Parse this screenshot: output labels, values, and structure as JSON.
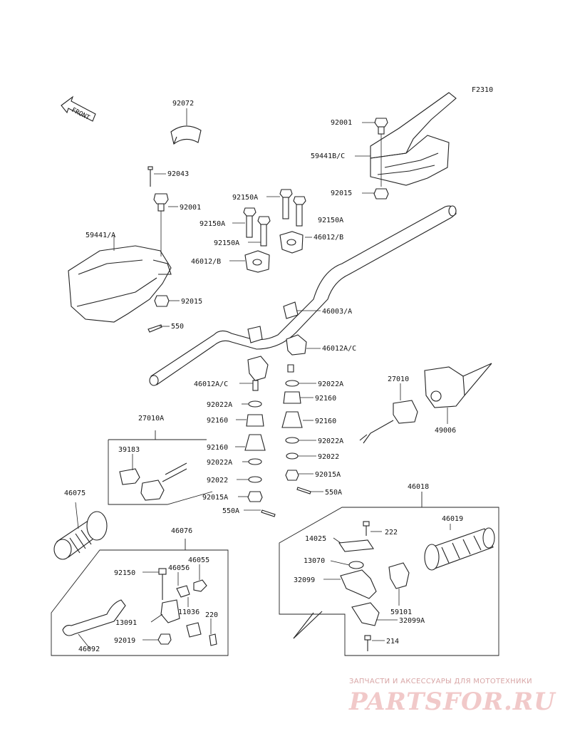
{
  "figure_code": "F2310",
  "front_arrow_text": "FRONT",
  "labels": [
    {
      "id": "l-92072",
      "text": "92072"
    },
    {
      "id": "l-92001a",
      "text": "92001"
    },
    {
      "id": "l-59441bc",
      "text": "59441B/C"
    },
    {
      "id": "l-92015a",
      "text": "92015"
    },
    {
      "id": "l-92043",
      "text": "92043"
    },
    {
      "id": "l-92001b",
      "text": "92001"
    },
    {
      "id": "l-92150a1",
      "text": "92150A"
    },
    {
      "id": "l-92150a2",
      "text": "92150A"
    },
    {
      "id": "l-92150a3",
      "text": "92150A"
    },
    {
      "id": "l-92150a4",
      "text": "92150A"
    },
    {
      "id": "l-46012b1",
      "text": "46012/B"
    },
    {
      "id": "l-46012b2",
      "text": "46012/B"
    },
    {
      "id": "l-59441a",
      "text": "59441/A"
    },
    {
      "id": "l-92015b",
      "text": "92015"
    },
    {
      "id": "l-550a",
      "text": "550"
    },
    {
      "id": "l-46003a",
      "text": "46003/A"
    },
    {
      "id": "l-46012ac1",
      "text": "46012A/C"
    },
    {
      "id": "l-46012ac2",
      "text": "46012A/C"
    },
    {
      "id": "l-92022a1",
      "text": "92022A"
    },
    {
      "id": "l-92160a",
      "text": "92160"
    },
    {
      "id": "l-27010",
      "text": "27010"
    },
    {
      "id": "l-92022a2",
      "text": "92022A"
    },
    {
      "id": "l-92160b",
      "text": "92160"
    },
    {
      "id": "l-27010a",
      "text": "27010A"
    },
    {
      "id": "l-92160c",
      "text": "92160"
    },
    {
      "id": "l-49006",
      "text": "49006"
    },
    {
      "id": "l-92022a3",
      "text": "92022A"
    },
    {
      "id": "l-92160d",
      "text": "92160"
    },
    {
      "id": "l-92022a4",
      "text": "92022A"
    },
    {
      "id": "l-92022a",
      "text": "92022"
    },
    {
      "id": "l-39183",
      "text": "39183"
    },
    {
      "id": "l-92022b",
      "text": "92022"
    },
    {
      "id": "l-92015a1",
      "text": "92015A"
    },
    {
      "id": "l-92015a2",
      "text": "92015A"
    },
    {
      "id": "l-550a1",
      "text": "550A"
    },
    {
      "id": "l-550a2",
      "text": "550A"
    },
    {
      "id": "l-46075",
      "text": "46075"
    },
    {
      "id": "l-46018",
      "text": "46018"
    },
    {
      "id": "l-46076",
      "text": "46076"
    },
    {
      "id": "l-46019",
      "text": "46019"
    },
    {
      "id": "l-14025",
      "text": "14025"
    },
    {
      "id": "l-222",
      "text": "222"
    },
    {
      "id": "l-46055",
      "text": "46055"
    },
    {
      "id": "l-92150",
      "text": "92150"
    },
    {
      "id": "l-46056",
      "text": "46056"
    },
    {
      "id": "l-13070",
      "text": "13070"
    },
    {
      "id": "l-32099",
      "text": "32099"
    },
    {
      "id": "l-11036",
      "text": "11036"
    },
    {
      "id": "l-220",
      "text": "220"
    },
    {
      "id": "l-59101",
      "text": "59101"
    },
    {
      "id": "l-13091",
      "text": "13091"
    },
    {
      "id": "l-32099a",
      "text": "32099A"
    },
    {
      "id": "l-92019",
      "text": "92019"
    },
    {
      "id": "l-46092",
      "text": "46092"
    },
    {
      "id": "l-214",
      "text": "214"
    }
  ],
  "watermark": {
    "subtitle": "ЗАПЧАСТИ И АКСЕССУАРЫ ДЛЯ МОТОТЕХНИКИ",
    "logo": "PARTSFOR.RU"
  }
}
